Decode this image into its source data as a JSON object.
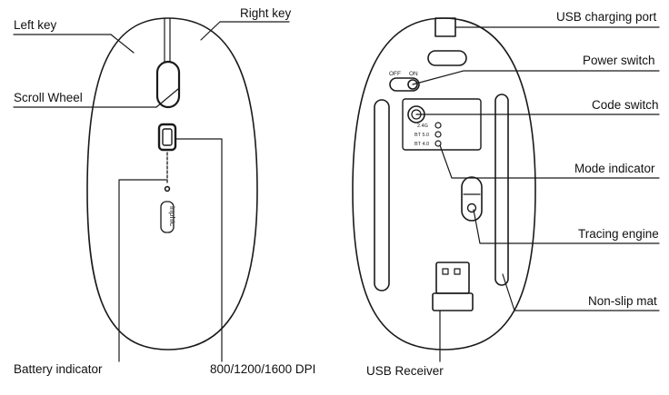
{
  "labels": {
    "left_key": "Left key",
    "right_key": "Right key",
    "scroll_wheel": "Scroll Wheel",
    "battery_indicator": "Battery indicator",
    "dpi": "800/1200/1600 DPI",
    "usb_charging_port": "USB charging port",
    "power_switch": "Power switch",
    "code_switch": "Code switch",
    "mode_indicator": "Mode indicator",
    "tracing_engine": "Tracing engine",
    "non_slip_mat": "Non-slip mat",
    "usb_receiver": "USB Receiver"
  },
  "switch_labels": {
    "off": "OFF",
    "on": "ON"
  },
  "mode_labels": {
    "m24": "2.4G",
    "bt50": "BT 5.0",
    "bt40": "BT 4.0"
  },
  "logo_text": "inphic",
  "colors": {
    "stroke": "#1a1a1a",
    "text": "#111111"
  }
}
